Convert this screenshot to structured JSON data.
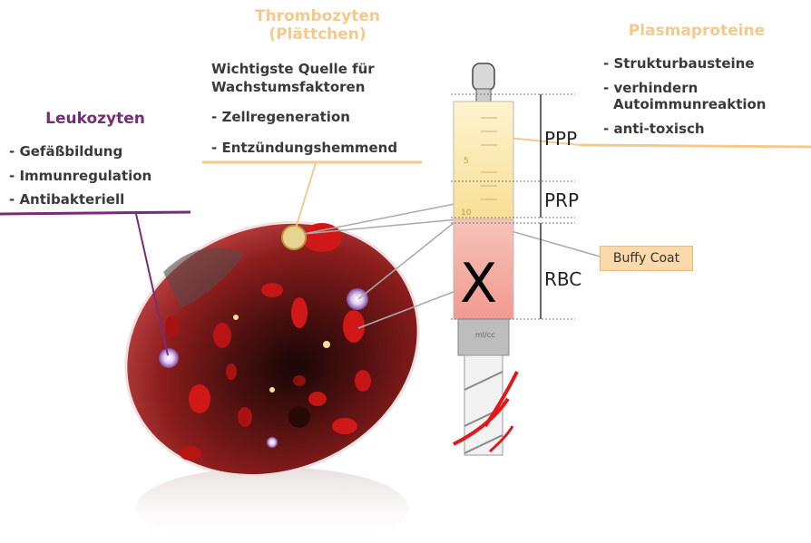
{
  "thrombozyten": {
    "title_line1": "Thrombozyten",
    "title_line2": "(Plättchen)",
    "subtitle_line1": "Wichtigste Quelle für",
    "subtitle_line2": "Wachstumsfaktoren",
    "items": [
      "-  Zellregeneration",
      "-  Entzündungshemmend"
    ]
  },
  "leukozyten": {
    "title": "Leukozyten",
    "items": [
      "- Gefäßbildung",
      "- Immunregulation",
      "- Antibakteriell"
    ]
  },
  "plasmaproteine": {
    "title": "Plasmaproteine",
    "items": [
      "- Strukturbausteine",
      "- verhindern",
      "Autoimmunreaktion",
      "- anti-toxisch"
    ]
  },
  "tube": {
    "labels": {
      "ppp": "PPP",
      "prp": "PRP",
      "rbc": "RBC"
    },
    "scale": [
      "5",
      "10"
    ],
    "unit": "ml/cc",
    "mark": "X"
  },
  "buffy_coat": "Buffy Coat",
  "colors": {
    "thrombozyten": "#f5c98a",
    "leukozyten": "#7a2a7a",
    "plasmaproteine": "#f5c98a",
    "plasma_fill": "#fbe9a8",
    "rbc_fill": "#f4a8a0"
  }
}
